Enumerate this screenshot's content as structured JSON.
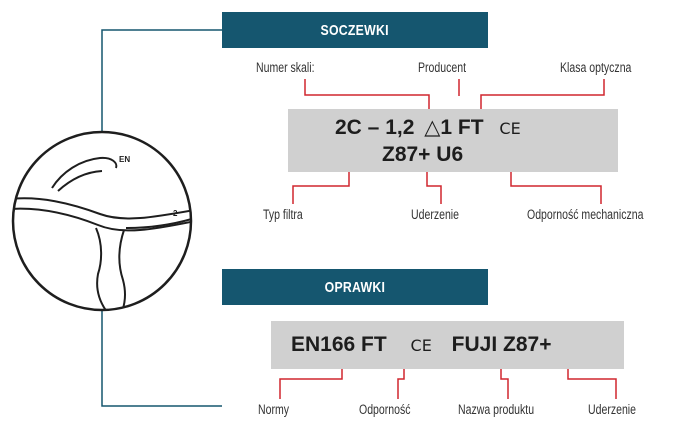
{
  "soczewki": {
    "title": "SOCZEWKI",
    "line1_a": "2C – 1,2",
    "triangle_symbol": "△",
    "line1_b": "1 FT",
    "ce_mark": "CE",
    "line2": "Z87+ U6",
    "labels": {
      "numer_skali": "Numer skali:",
      "producent": "Producent",
      "klasa_optyczna": "Klasa optyczna",
      "typ_filtra": "Typ filtra",
      "uderzenie": "Uderzenie",
      "odpornosc_mechaniczna": "Odporność mechaniczna"
    }
  },
  "oprawki": {
    "title": "OPRAWKI",
    "code_a": "EN166 FT",
    "ce_mark": "CE",
    "code_b": "FUJI Z87+",
    "labels": {
      "normy": "Normy",
      "odpornosc": "Odporność",
      "nazwa_produktu": "Nazwa produktu",
      "uderzenie": "Uderzenie"
    }
  },
  "glasses_marks": {
    "frame_mark": "EN",
    "lens_mark": "2"
  },
  "colors": {
    "header_bg": "#15566f",
    "leader_red": "#d0262f",
    "connector_blue": "#15566f",
    "code_box_bg": "#d0d0d0"
  }
}
